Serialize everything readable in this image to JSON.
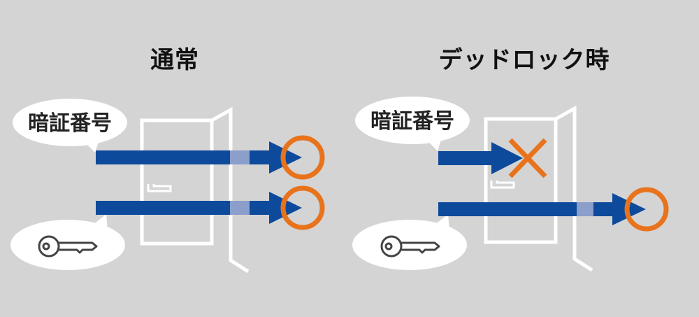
{
  "panels": [
    {
      "id": "normal",
      "title": "通常",
      "pin_bubble_label": "暗証番号",
      "pin_result": "unlock",
      "key_result": "unlock"
    },
    {
      "id": "deadlock",
      "title": "デッドロック時",
      "pin_bubble_label": "暗証番号",
      "pin_result": "blocked",
      "key_result": "unlock"
    }
  ],
  "colors": {
    "background": "#d4d4d4",
    "arrow": "#0d4a9b",
    "arrow_light": "#8b9fca",
    "mark": "#e8731c",
    "bubble": "#ffffff",
    "door_line": "#ffffff"
  },
  "icons": {
    "key": "key-icon",
    "success": "circle-mark-icon",
    "blocked": "cross-mark-icon"
  }
}
